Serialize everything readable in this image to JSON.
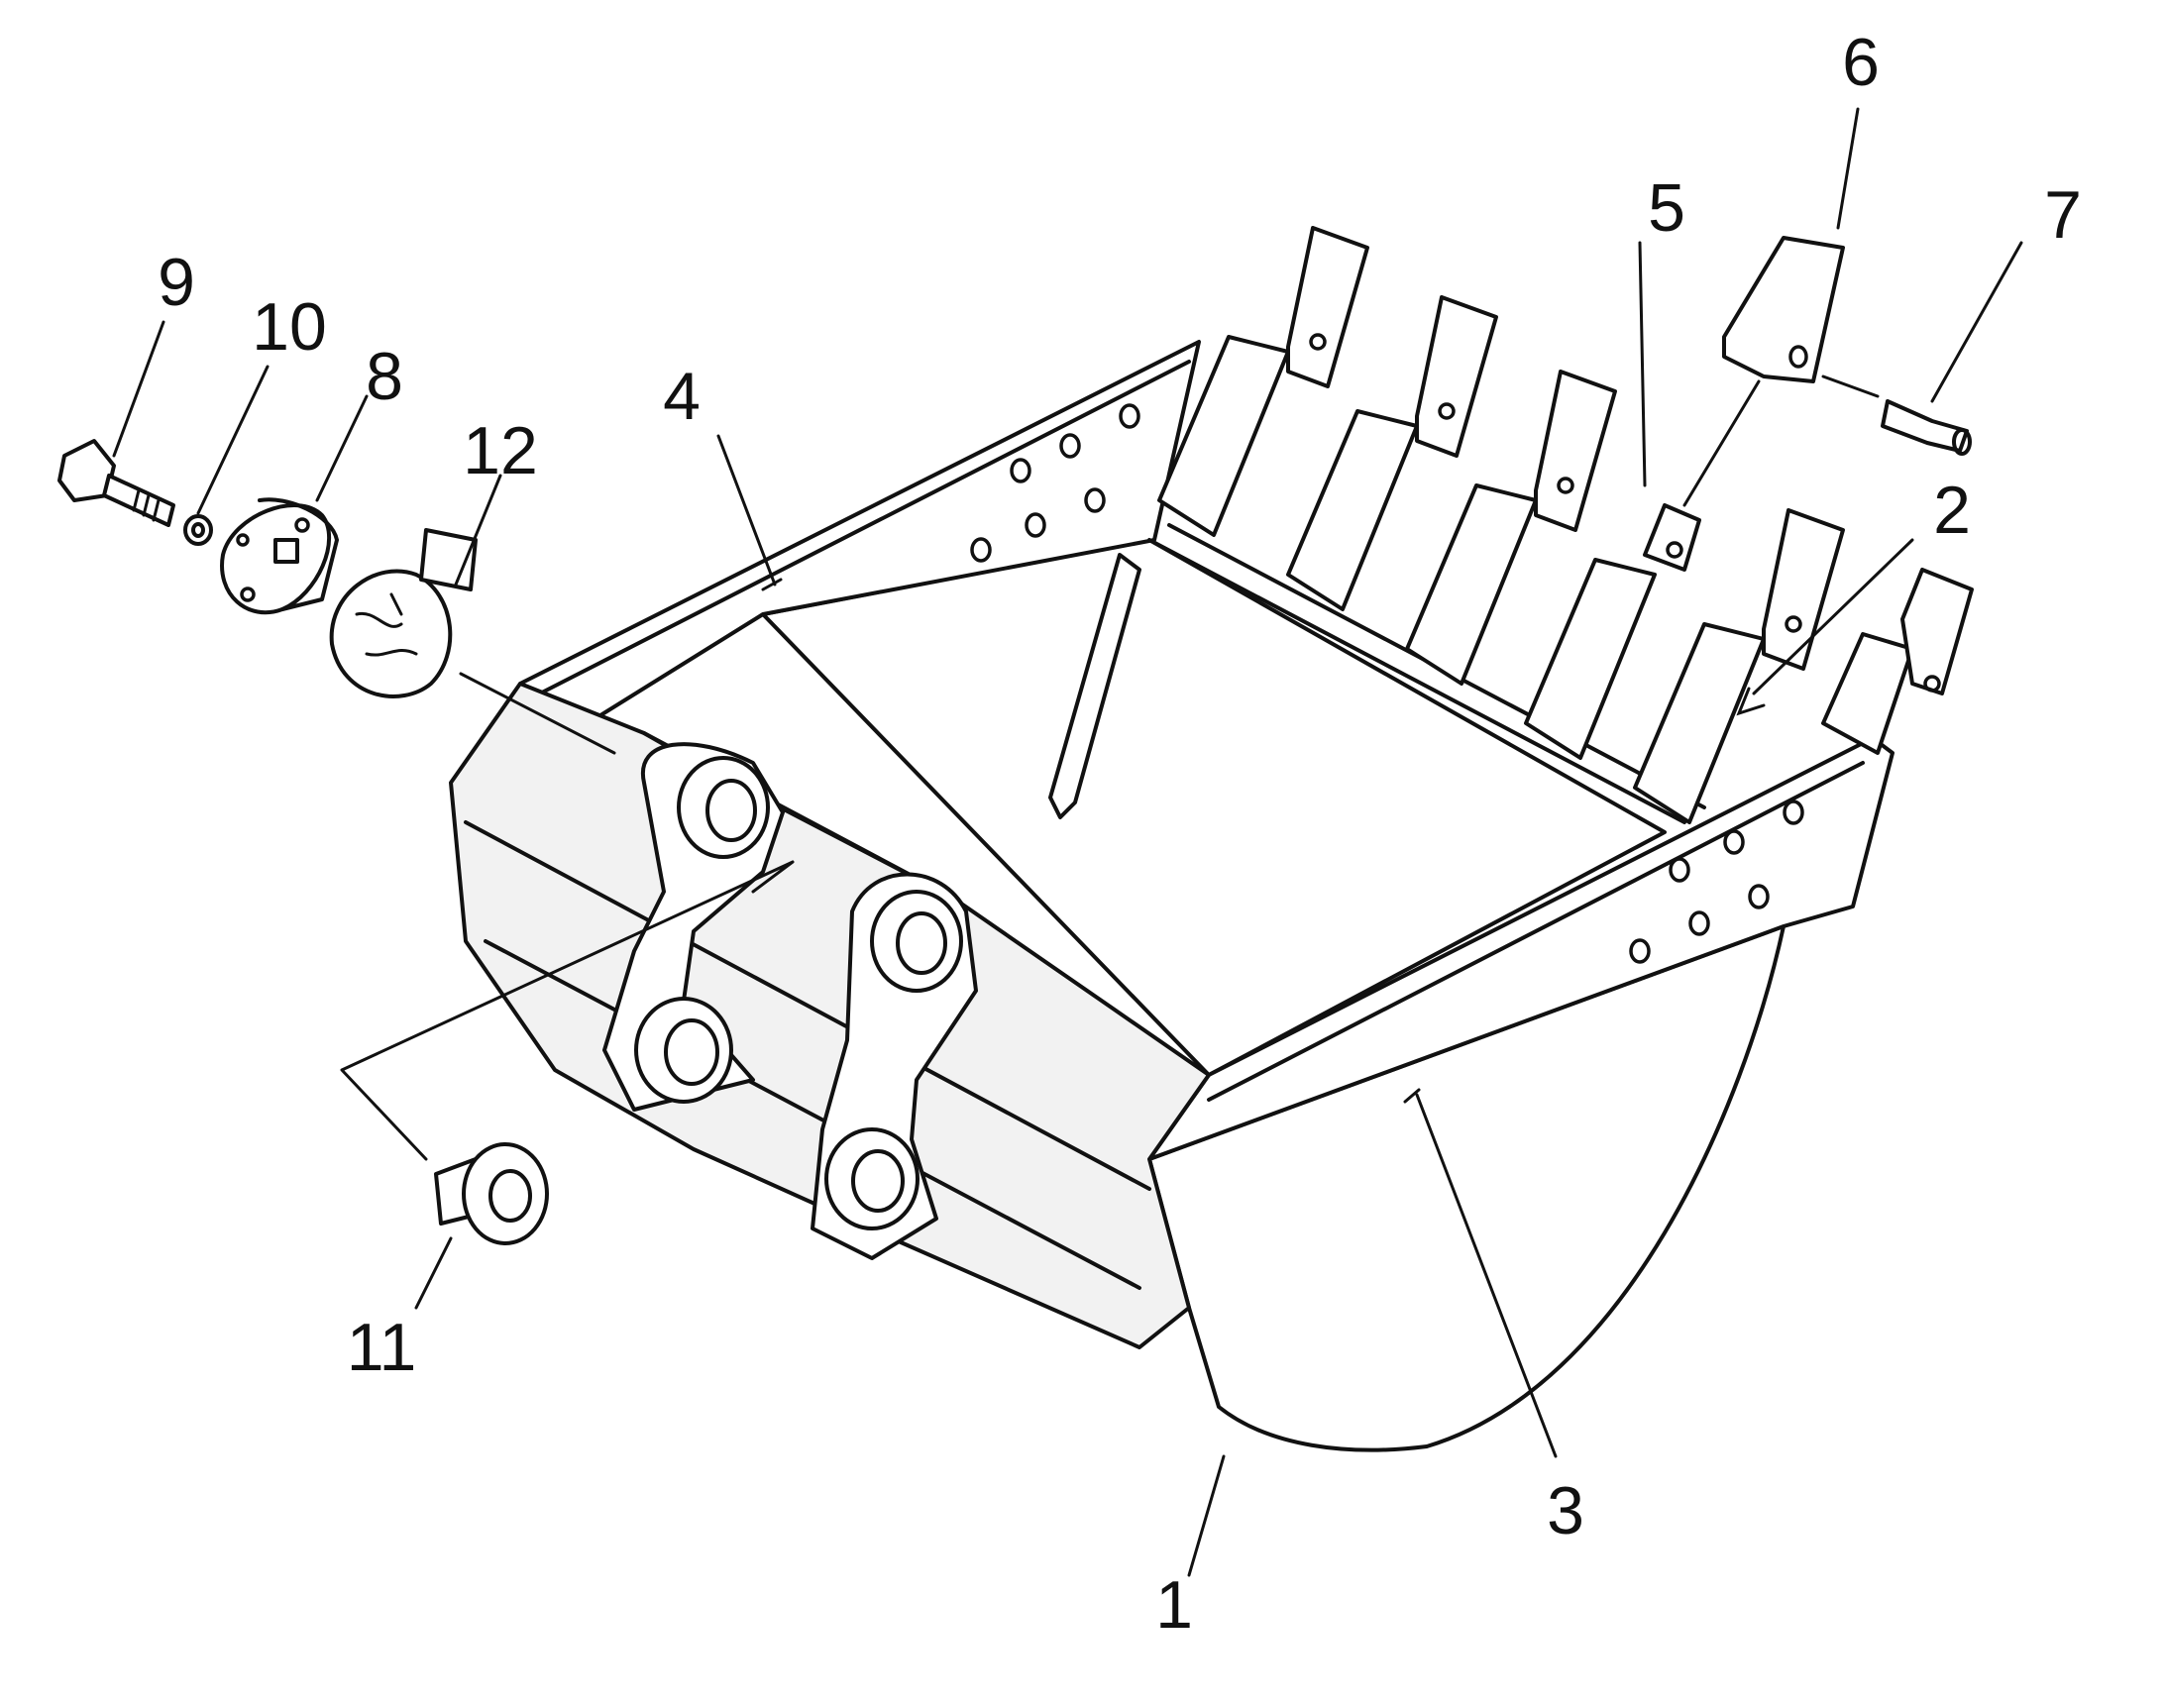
{
  "diagram": {
    "labels": [
      "1",
      "2",
      "3",
      "4",
      "5",
      "6",
      "7",
      "8",
      "9",
      "10",
      "11",
      "12"
    ],
    "accent_color": "#111111",
    "background_color": "#ffffff"
  }
}
